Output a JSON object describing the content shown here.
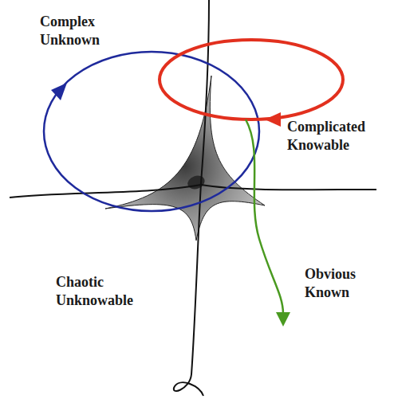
{
  "diagram": {
    "labels": [
      "Complex Unknown",
      "Complicated Knowable",
      "Chaotic Unknowable",
      "Obvious Known"
    ]
  }
}
